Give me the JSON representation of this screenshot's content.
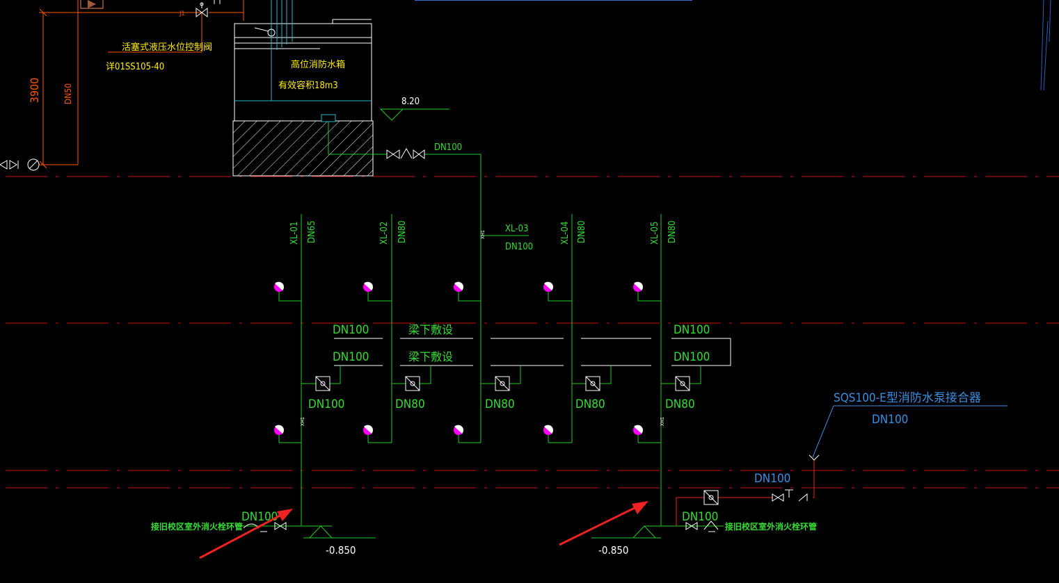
{
  "colors": {
    "background": "#000000",
    "pipe": "#22cc22",
    "label_green": "#33dd33",
    "label_yellow": "#ffee00",
    "cyan": "#22bbcc",
    "blue_label": "#3a8fe0",
    "grid_red": "#cc1111",
    "dim_orange": "#ff5500",
    "hydrant": "#ff00ff",
    "white": "#ffffff",
    "arrow": "#ee2222",
    "brown": "#a05a3a"
  },
  "labels": {
    "valve_title": "活塞式液压水位控制阀",
    "valve_ref": "详01SS105-40",
    "dim_3900": "3900",
    "pipe_dn50": "DN50",
    "j1": "J1",
    "tank_name": "高位消防水箱",
    "tank_volume": "有效容积18m3",
    "elev_top": "8.20",
    "outlet_dn": "DN100",
    "xl03_name": "XL-03",
    "xl03_dn": "DN100",
    "beam_note_1": "梁下敷设",
    "beam_note_2": "梁下敷设",
    "connector_name": "SQS100-E型消防水泵接合器",
    "connector_dn": "DN100",
    "connector_pipe_dn": "DN100",
    "left_inlet_dn": "DN100",
    "right_inlet_dn": "DN100",
    "left_inlet_note": "接旧校区室外消火栓环管",
    "right_inlet_note": "接旧校区室外消火栓环管",
    "elev_left": "-0.850",
    "elev_right": "-0.850",
    "xh_tag": "XH1"
  },
  "risers": [
    {
      "name": "XL-01",
      "dn": "DN65"
    },
    {
      "name": "XL-02",
      "dn": "DN80"
    },
    {
      "name": "",
      "dn": ""
    },
    {
      "name": "XL-04",
      "dn": "DN80"
    },
    {
      "name": "XL-05",
      "dn": "DN80"
    }
  ],
  "loop_labels": [
    "DN100",
    "DN80",
    "DN80",
    "DN80",
    "DN80"
  ],
  "ring_labels_left": [
    "DN100",
    "DN100"
  ],
  "ring_labels_right": [
    "DN100",
    "DN100"
  ]
}
